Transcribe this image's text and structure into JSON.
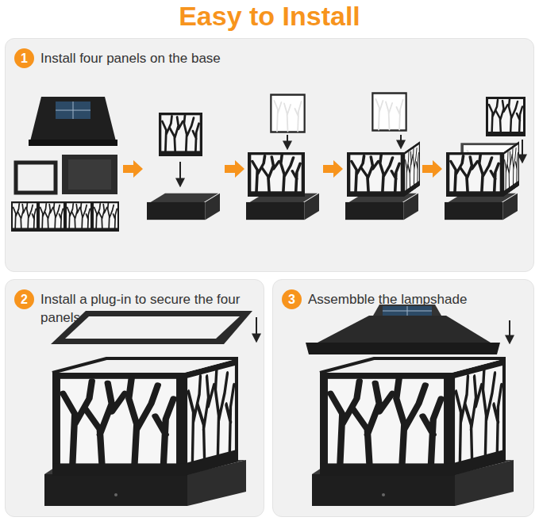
{
  "diagram": {
    "title": "Easy to Install",
    "nodes": [
      {
        "text": [
          "Install four panels on the base"
        ]
      },
      {
        "text": [
          "1"
        ],
        "in": 0
      },
      {
        "text": [
          "Install a plug-in to secure the four panels"
        ]
      },
      {
        "text": [
          "2"
        ],
        "in": 2
      },
      {
        "text": [
          "Assembble the lampshade"
        ]
      },
      {
        "text": [
          "3"
        ],
        "in": 4
      }
    ]
  }
}
